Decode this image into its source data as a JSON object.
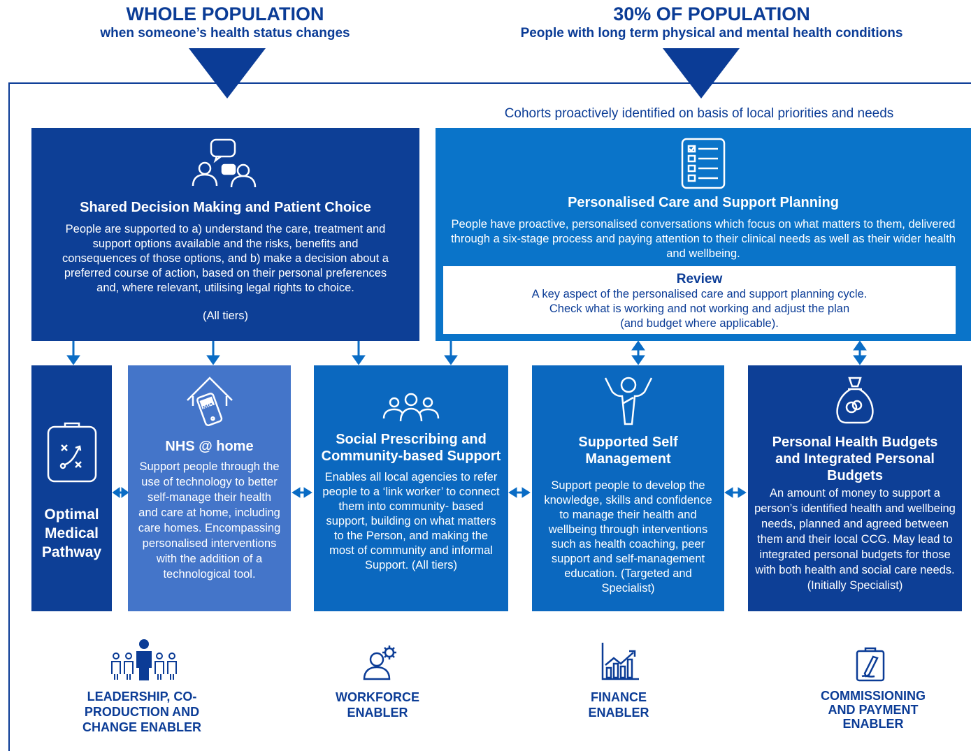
{
  "header": {
    "left_title": "WHOLE POPULATION",
    "left_sub": "when someone’s health status changes",
    "right_title": "30% OF POPULATION",
    "right_sub": "People with long term physical and mental health conditions"
  },
  "cohort_text": "Cohorts proactively identified on basis of local priorities and needs",
  "shared_decision": {
    "title": "Shared Decision Making and Patient Choice",
    "body": "People are supported to a) understand the care, treatment and support options available and the risks, benefits and consequences of those options, and b) make a decision about a preferred course of action, based on their personal preferences and, where relevant, utilising legal rights to choice.",
    "tiers": "(All tiers)"
  },
  "personalised_care": {
    "title": "Personalised Care and Support Planning",
    "body": "People have proactive, personalised conversations which focus on what matters to them, delivered through a six-stage process and paying attention to their clinical needs as well as their wider health and wellbeing."
  },
  "review": {
    "title": "Review",
    "line1": "A key aspect of the personalised care and support planning cycle.",
    "line2": "Check what is working and not working and adjust the plan",
    "line3": "(and budget where applicable)."
  },
  "optimal": {
    "title": "Optimal Medical Pathway"
  },
  "nhs_home": {
    "title": "NHS @ home",
    "body": "Support people through the use of technology to better self-manage their health and care at home, including care homes. Encompassing personalised interventions with the addition of a technological tool.",
    "phone_label": "NHS"
  },
  "social": {
    "title": "Social Prescribing and Community-based Support",
    "body": "Enables all local agencies to refer people to a ‘link worker’ to connect them into community- based support, building on what matters to the Person, and making the most of community and informal Support. (All tiers)"
  },
  "self_mgmt": {
    "title": "Supported Self Management",
    "body": "Support people to develop the knowledge, skills and confidence to manage their health and wellbeing through interventions such as health coaching, peer support and self-management education. (Targeted and Specialist)"
  },
  "phb": {
    "title": "Personal Health Budgets and Integrated Personal Budgets",
    "body": "An amount of money to support a person’s identified health and wellbeing needs, planned and agreed between them and their local CCG. May lead to integrated personal budgets for those with both health and social care needs. (Initially Specialist)"
  },
  "enablers": {
    "leadership": "LEADERSHIP, CO-PRODUCTION AND CHANGE ENABLER",
    "workforce": "WORKFORCE ENABLER",
    "finance": "FINANCE ENABLER",
    "commissioning": "COMMISSIONING AND PAYMENT ENABLER"
  },
  "colors": {
    "navy": "#0d3f96",
    "blue": "#0a74c9",
    "light_blue": "#4475c9",
    "text_navy": "#0b3c96"
  }
}
